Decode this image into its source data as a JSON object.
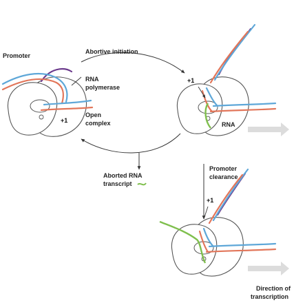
{
  "labels": {
    "promoter": "Promoter",
    "abortive_initiation": "Abortive initiation",
    "rna_polymerase_line1": "RNA",
    "rna_polymerase_line2": "polymerase",
    "open_complex_line1": "Open",
    "open_complex_line2": "complex",
    "plus_one": "+1",
    "rna": "RNA",
    "promoter_clearance_line1": "Promoter",
    "promoter_clearance_line2": "clearance",
    "aborted_rna_line1": "Aborted RNA",
    "aborted_rna_line2": "transcript",
    "direction_line1": "Direction of",
    "direction_line2": "transcription"
  },
  "colors": {
    "template_strand": "#e2765a",
    "coding_strand": "#5ea7d8",
    "promoter_dna": "#6b3a8c",
    "rna_transcript": "#7fbf4d",
    "polymerase_fill": "#ffffff",
    "polymerase_outline": "#555555",
    "arrow": "#333333",
    "direction_arrow": "#d9d9d9"
  }
}
